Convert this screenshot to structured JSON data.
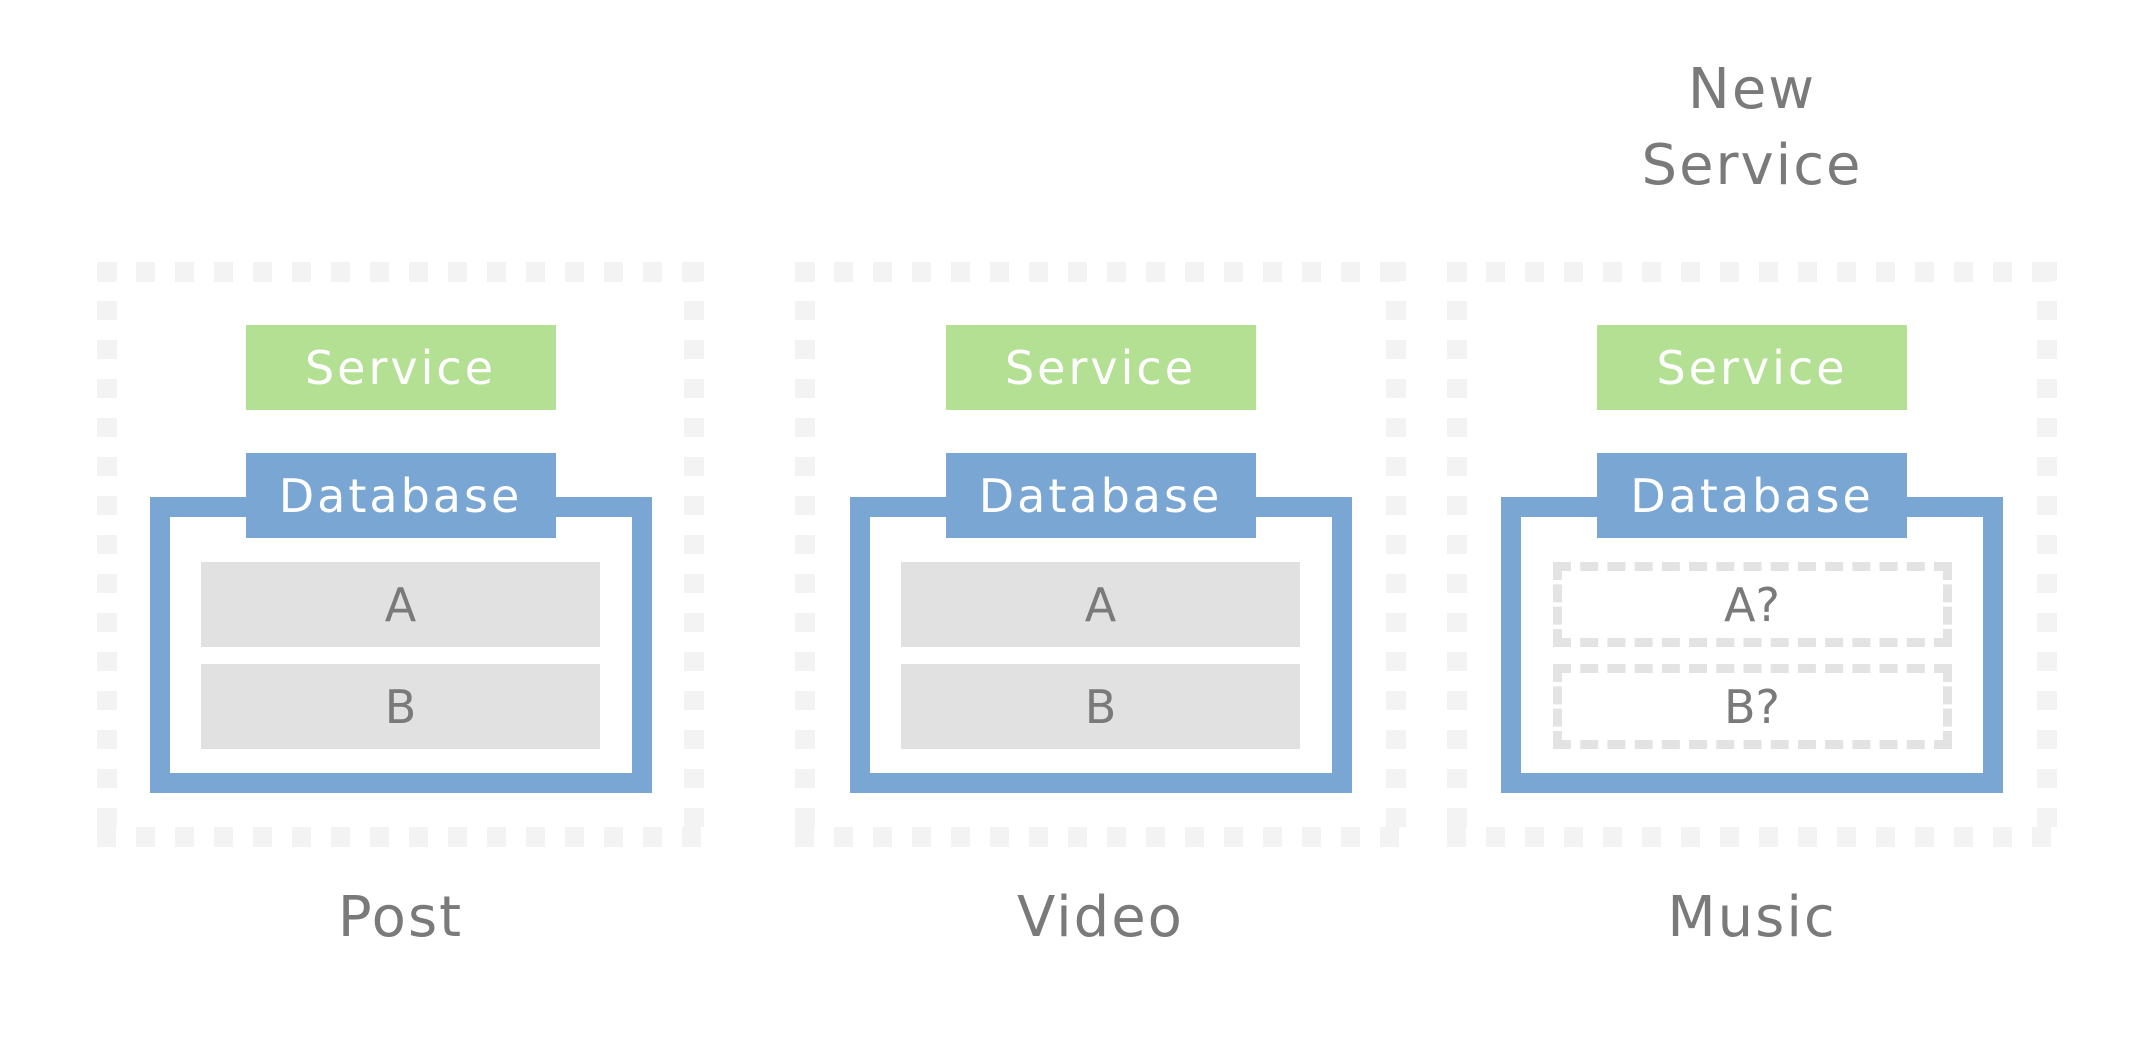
{
  "colors": {
    "service_green": "#b4e093",
    "database_blue": "#7aa6d4",
    "row_gray": "#e1e1e1",
    "outer_dash_gray": "#f3f3f3",
    "inner_dash_gray": "#e3e3e3",
    "text_gray": "#7a7a7a",
    "box_text_white": "#ffffff"
  },
  "note": {
    "text": "New\nService"
  },
  "panels": [
    {
      "caption": "Post",
      "service_label": "Service",
      "database_label": "Database",
      "rows": [
        {
          "text": "A"
        },
        {
          "text": "B"
        }
      ]
    },
    {
      "caption": "Video",
      "service_label": "Service",
      "database_label": "Database",
      "rows": [
        {
          "text": "A"
        },
        {
          "text": "B"
        }
      ]
    },
    {
      "caption": "Music",
      "service_label": "Service",
      "database_label": "Database",
      "rows": [
        {
          "text": "A?"
        },
        {
          "text": "B?"
        }
      ]
    }
  ]
}
